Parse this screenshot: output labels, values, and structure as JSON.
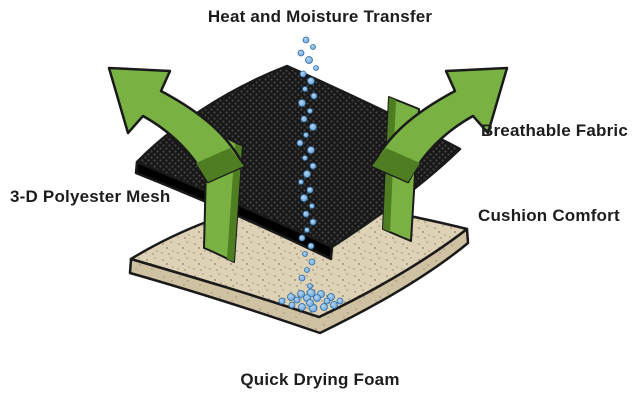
{
  "labels": {
    "heat_moisture_transfer": "Heat and Moisture Transfer",
    "breathable_fabric": "Breathable Fabric",
    "polyester_mesh": "3-D Polyester Mesh",
    "cushion_comfort": "Cushion Comfort",
    "quick_drying_foam": "Quick Drying Foam"
  },
  "icons": {
    "heat_arrow_left": "arrow-up-left",
    "heat_arrow_right": "arrow-up-right",
    "airflow_band_left": "vertical-airflow-ribbon",
    "airflow_band_right": "vertical-airflow-ribbon",
    "moisture_droplets": "water-drop-stream",
    "moisture_puddle": "water-puddle"
  },
  "colors": {
    "background": "#ffffff",
    "text": "#1d1d1d",
    "outline": "#1a1a1a",
    "fabric": "#171717",
    "fabric-dot": "#474747",
    "foam": "#ddd2b6",
    "foam-side": "#cfc2a2",
    "foam-speckle": "#9d9278",
    "arrow-green": "#7ab143",
    "arrow-green-dark": "#4f7d22",
    "droplet": "#5b9bd5",
    "droplet-light": "#bcd9f2",
    "droplet-dark": "#2e6da4"
  }
}
